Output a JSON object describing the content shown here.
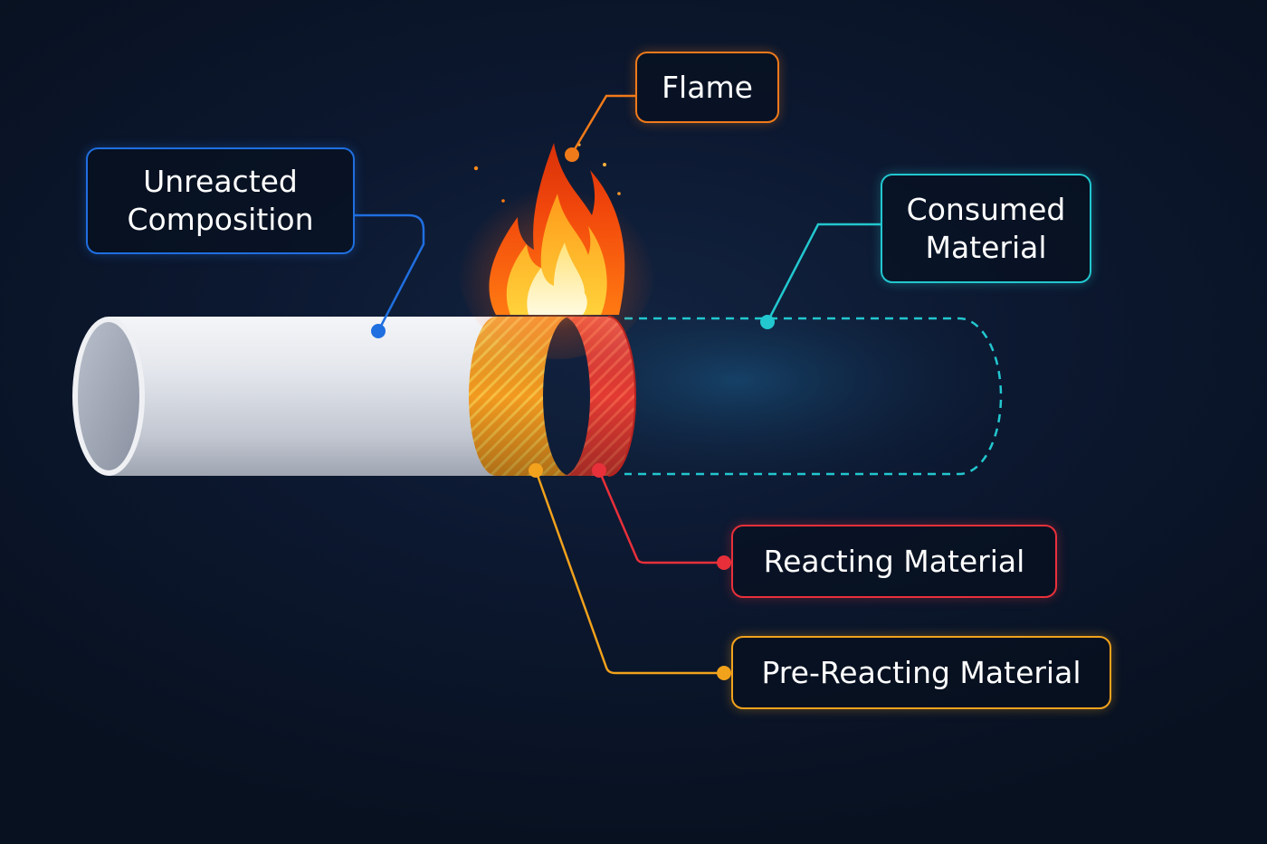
{
  "labels": {
    "unreacted_line1": "Unreacted",
    "unreacted_line2": "Composition",
    "flame": "Flame",
    "consumed_line1": "Consumed",
    "consumed_line2": "Material",
    "reacting": "Reacting Material",
    "pre_reacting": "Pre-Reacting Material"
  },
  "colors": {
    "unreacted": "#1f6fe0",
    "flame": "#f07a1a",
    "consumed": "#22c7cf",
    "reacting": "#e8303a",
    "pre_reacting": "#f2a21c",
    "background": "#0b1527"
  }
}
